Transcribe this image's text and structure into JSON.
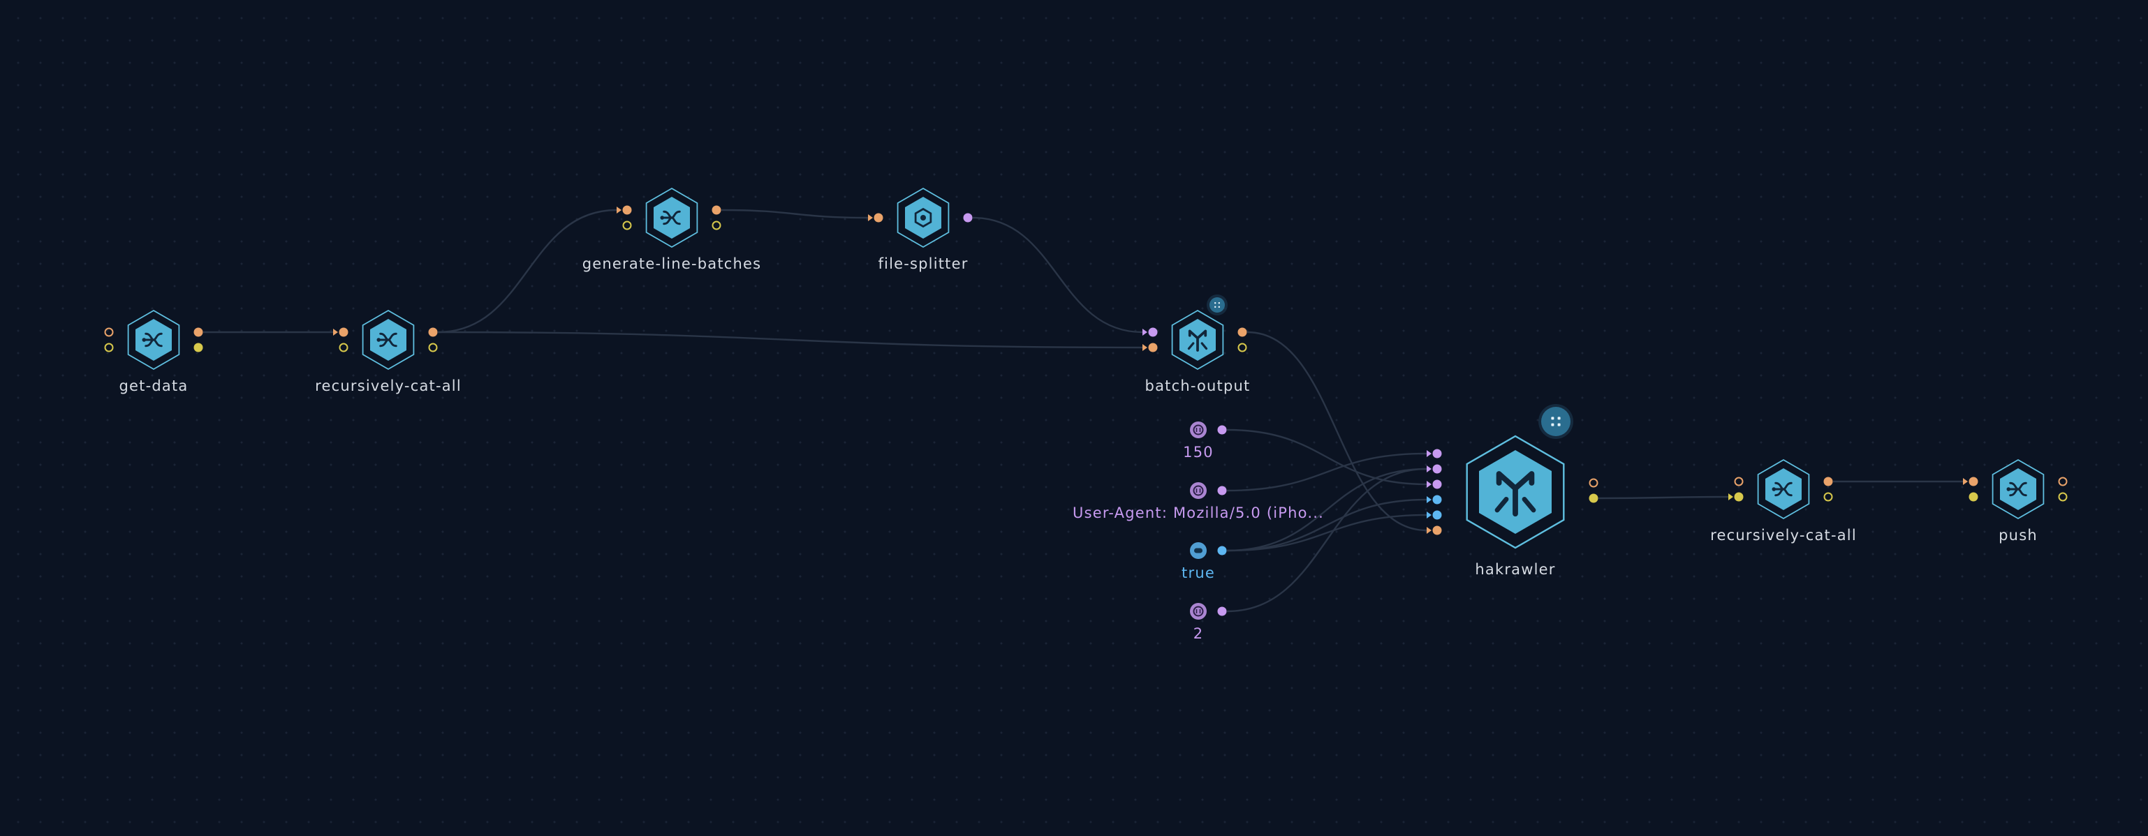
{
  "colors": {
    "background": "#0b1322",
    "edge": "#2a3547",
    "hex_stroke": "#5fbfe0",
    "hex_fill": "#52b3d6",
    "icon": "#11263a",
    "port_orange": "#eaa36a",
    "port_yellow": "#d8c94c",
    "port_violet": "#c79af0",
    "port_blue": "#5eb7f2",
    "text": "#d6dbe3",
    "text_violet": "#c79af0",
    "text_blue": "#5eb7f2"
  },
  "nodes": [
    {
      "id": "get-data",
      "label": "get-data",
      "icon": "merge-icon",
      "large": false,
      "inputs": [
        {
          "color": "port_orange",
          "style": "ring"
        },
        {
          "color": "port_yellow",
          "style": "ring"
        }
      ],
      "outputs": [
        {
          "color": "port_orange",
          "style": "filled"
        },
        {
          "color": "port_yellow",
          "style": "filled"
        }
      ],
      "badge": null
    },
    {
      "id": "recursively-cat-all-1",
      "label": "recursively-cat-all",
      "icon": "merge-icon",
      "large": false,
      "inputs": [
        {
          "color": "port_orange",
          "style": "filled",
          "arrow": true
        },
        {
          "color": "port_yellow",
          "style": "ring"
        }
      ],
      "outputs": [
        {
          "color": "port_orange",
          "style": "filled"
        },
        {
          "color": "port_yellow",
          "style": "ring"
        }
      ],
      "badge": null
    },
    {
      "id": "generate-line-batches",
      "label": "generate-line-batches",
      "icon": "merge-icon",
      "large": false,
      "inputs": [
        {
          "color": "port_orange",
          "style": "filled",
          "arrow": true
        },
        {
          "color": "port_yellow",
          "style": "ring"
        }
      ],
      "outputs": [
        {
          "color": "port_orange",
          "style": "filled"
        },
        {
          "color": "port_yellow",
          "style": "ring"
        }
      ],
      "badge": null
    },
    {
      "id": "file-splitter",
      "label": "file-splitter",
      "icon": "gear-icon",
      "large": false,
      "inputs": [
        {
          "color": "port_orange",
          "style": "filled",
          "arrow": true
        }
      ],
      "outputs": [
        {
          "color": "port_violet",
          "style": "filled"
        }
      ],
      "badge": null
    },
    {
      "id": "batch-output",
      "label": "batch-output",
      "icon": "fork-icon",
      "large": false,
      "inputs": [
        {
          "color": "port_violet",
          "style": "filled",
          "arrow": true
        },
        {
          "color": "port_orange",
          "style": "filled",
          "arrow": true
        }
      ],
      "outputs": [
        {
          "color": "port_orange",
          "style": "filled"
        },
        {
          "color": "port_yellow",
          "style": "ring"
        }
      ],
      "badge": "grid-icon"
    },
    {
      "id": "hakrawler",
      "label": "hakrawler",
      "icon": "fork-icon",
      "large": true,
      "inputs": [
        {
          "color": "port_violet",
          "style": "filled",
          "arrow": true
        },
        {
          "color": "port_violet",
          "style": "filled",
          "arrow": true
        },
        {
          "color": "port_violet",
          "style": "filled",
          "arrow": true
        },
        {
          "color": "port_blue",
          "style": "filled",
          "arrow": true
        },
        {
          "color": "port_blue",
          "style": "filled",
          "arrow": true
        },
        {
          "color": "port_orange",
          "style": "filled",
          "arrow": true
        }
      ],
      "outputs": [
        {
          "color": "port_orange",
          "style": "ring"
        },
        {
          "color": "port_yellow",
          "style": "filled"
        }
      ],
      "badge": "grid-icon"
    },
    {
      "id": "recursively-cat-all-2",
      "label": "recursively-cat-all",
      "icon": "merge-icon",
      "large": false,
      "inputs": [
        {
          "color": "port_orange",
          "style": "ring"
        },
        {
          "color": "port_yellow",
          "style": "filled",
          "arrow": true
        }
      ],
      "outputs": [
        {
          "color": "port_orange",
          "style": "filled"
        },
        {
          "color": "port_yellow",
          "style": "ring"
        }
      ],
      "badge": null
    },
    {
      "id": "push",
      "label": "push",
      "icon": "merge-icon",
      "large": false,
      "inputs": [
        {
          "color": "port_orange",
          "style": "filled",
          "arrow": true
        },
        {
          "color": "port_yellow",
          "style": "filled"
        }
      ],
      "outputs": [
        {
          "color": "port_orange",
          "style": "ring"
        },
        {
          "color": "port_yellow",
          "style": "ring"
        }
      ],
      "badge": null
    }
  ],
  "inputs": [
    {
      "id": "in-150",
      "label": "150",
      "icon": "number-icon",
      "color": "port_violet",
      "text_color": "text_violet"
    },
    {
      "id": "in-ua",
      "label": "User-Agent: Mozilla/5.0 (iPho...",
      "icon": "text-icon",
      "color": "port_violet",
      "text_color": "text_violet"
    },
    {
      "id": "in-true",
      "label": "true",
      "icon": "boolean-icon",
      "color": "port_blue",
      "text_color": "text_blue"
    },
    {
      "id": "in-2",
      "label": "2",
      "icon": "number-icon",
      "color": "port_violet",
      "text_color": "text_violet"
    }
  ],
  "edges": [
    {
      "from": "get-data",
      "from_port": 0,
      "to": "recursively-cat-all-1",
      "to_port": 0
    },
    {
      "from": "recursively-cat-all-1",
      "from_port": 0,
      "to": "generate-line-batches",
      "to_port": 0
    },
    {
      "from": "recursively-cat-all-1",
      "from_port": 0,
      "to": "batch-output",
      "to_port": 1
    },
    {
      "from": "generate-line-batches",
      "from_port": 0,
      "to": "file-splitter",
      "to_port": 0
    },
    {
      "from": "file-splitter",
      "from_port": 0,
      "to": "batch-output",
      "to_port": 0
    },
    {
      "from": "batch-output",
      "from_port": 0,
      "to": "hakrawler",
      "to_port": 5
    },
    {
      "from": "in-150",
      "from_port": 0,
      "to": "hakrawler",
      "to_port": 2
    },
    {
      "from": "in-ua",
      "from_port": 0,
      "to": "hakrawler",
      "to_port": 0
    },
    {
      "from": "in-true",
      "from_port": 0,
      "to": "hakrawler",
      "to_port": 1
    },
    {
      "from": "in-true",
      "from_port": 0,
      "to": "hakrawler",
      "to_port": 3
    },
    {
      "from": "in-true",
      "from_port": 0,
      "to": "hakrawler",
      "to_port": 4
    },
    {
      "from": "in-2",
      "from_port": 0,
      "to": "hakrawler",
      "to_port": 1
    },
    {
      "from": "hakrawler",
      "from_port": 1,
      "to": "recursively-cat-all-2",
      "to_port": 1
    },
    {
      "from": "recursively-cat-all-2",
      "from_port": 0,
      "to": "push",
      "to_port": 0
    }
  ]
}
